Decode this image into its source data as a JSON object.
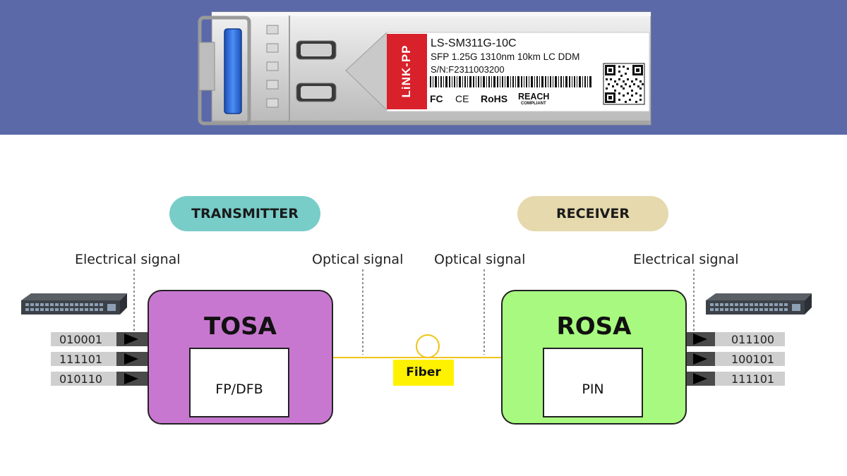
{
  "module_label": {
    "brand": "LiNK-PP",
    "model": "LS-SM311G-10C",
    "spec": "SFP 1.25G 1310nm 10km LC DDM",
    "serial": "S/N:F2311003200",
    "certifications": {
      "fc": "FC",
      "ce": "CE",
      "rohs": "RoHS",
      "reach": "REACH",
      "reach_sub": "COMPLIANT"
    }
  },
  "diagram": {
    "transmitter": {
      "title": "TRANSMITTER",
      "module": "TOSA",
      "component": "FP/DFB",
      "electrical_label": "Electrical signal",
      "optical_label": "Optical signal",
      "bits": [
        "010001",
        "111101",
        "010110"
      ]
    },
    "fiber": {
      "label": "Fiber"
    },
    "receiver": {
      "title": "RECEIVER",
      "module": "ROSA",
      "component": "PIN",
      "optical_label": "Optical signal",
      "electrical_label": "Electrical signal",
      "bits": [
        "011100",
        "100101",
        "111101"
      ]
    }
  },
  "colors": {
    "banner": "#5b69a9",
    "transmitter_pill": "#78cdc9",
    "receiver_pill": "#e5d9ad",
    "tosa": "#c877d0",
    "rosa": "#a7fa7f",
    "fiber_line": "#f0c419",
    "fiber_label": "#fff200",
    "brand_red": "#d8212b",
    "latch_blue": "#2a6fe8"
  },
  "icons": [
    "network-switch-icon",
    "arrow-right-icon",
    "fiber-coil-icon",
    "qr-code-icon",
    "barcode-icon"
  ]
}
